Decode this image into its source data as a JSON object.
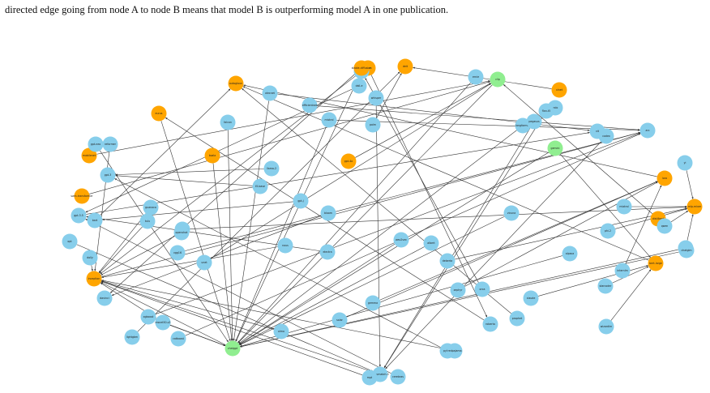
{
  "caption": {
    "line1": "",
    "line2": "directed edge going from node A to node B means that model B is outperforming model A in one publication."
  },
  "colors": {
    "blue": "#87CEEB",
    "orange": "#FFA500",
    "green": "#90EE90",
    "edge": "#333333"
  },
  "nodes": [
    {
      "id": "n1",
      "label": "adam",
      "color": "orange"
    },
    {
      "id": "n2",
      "label": "sgd",
      "color": "blue"
    },
    {
      "id": "n3",
      "label": "deepmatch-ii",
      "color": "blue"
    },
    {
      "id": "n4",
      "label": "eurus",
      "color": "orange"
    },
    {
      "id": "n5",
      "label": "autogloun",
      "color": "orange"
    },
    {
      "id": "n6",
      "label": "bert-large",
      "color": "orange"
    },
    {
      "id": "n7",
      "label": "prophet",
      "color": "blue"
    },
    {
      "id": "n8",
      "label": "roberta",
      "color": "blue"
    },
    {
      "id": "n9",
      "label": "chatgpt",
      "color": "green"
    },
    {
      "id": "n10",
      "label": "arc",
      "color": "blue"
    },
    {
      "id": "n11",
      "label": "resnet50-v2",
      "color": "blue"
    },
    {
      "id": "n12",
      "label": "xgboost",
      "color": "blue"
    },
    {
      "id": "n13",
      "label": "gpt-4o",
      "color": "orange"
    },
    {
      "id": "n14",
      "label": "alexnet",
      "color": "blue"
    },
    {
      "id": "n15",
      "label": "efficientnet",
      "color": "blue"
    },
    {
      "id": "n16",
      "label": "davinci",
      "color": "blue"
    },
    {
      "id": "n17",
      "label": "mistral",
      "color": "blue"
    },
    {
      "id": "n18",
      "label": "gpt-3",
      "color": "blue"
    },
    {
      "id": "n19",
      "label": "gpt-3.5",
      "color": "blue"
    },
    {
      "id": "n20",
      "label": "clip",
      "color": "green"
    },
    {
      "id": "n21",
      "label": "vit",
      "color": "blue"
    },
    {
      "id": "n22",
      "label": "inception",
      "color": "orange"
    },
    {
      "id": "n23",
      "label": "bart",
      "color": "blue"
    },
    {
      "id": "n24",
      "label": "lora",
      "color": "orange"
    },
    {
      "id": "n25",
      "label": "mlp-mixer",
      "color": "orange"
    },
    {
      "id": "n26",
      "label": "deit",
      "color": "orange"
    },
    {
      "id": "n27",
      "label": "catboost",
      "color": "blue"
    },
    {
      "id": "n28",
      "label": "lightgbm",
      "color": "blue"
    },
    {
      "id": "n29",
      "label": "yolo",
      "color": "blue"
    },
    {
      "id": "n30",
      "label": "xlnet",
      "color": "orange"
    },
    {
      "id": "n31",
      "label": "distilbert",
      "color": "orange"
    },
    {
      "id": "n32",
      "label": "swin-transformer",
      "color": "orange"
    },
    {
      "id": "n33",
      "label": "mobilenet",
      "color": "orange"
    },
    {
      "id": "n34",
      "label": "densenet",
      "color": "blue"
    },
    {
      "id": "n35",
      "label": "vgg16",
      "color": "blue"
    },
    {
      "id": "n36",
      "label": "unet",
      "color": "blue"
    },
    {
      "id": "n37",
      "label": "llama-2",
      "color": "blue"
    },
    {
      "id": "n38",
      "label": "falcon",
      "color": "blue"
    },
    {
      "id": "n39",
      "label": "palm",
      "color": "blue"
    },
    {
      "id": "n40",
      "label": "t5-base",
      "color": "blue"
    },
    {
      "id": "n41",
      "label": "gpt-j",
      "color": "blue"
    },
    {
      "id": "n42",
      "label": "bloom",
      "color": "blue"
    },
    {
      "id": "n43",
      "label": "stable-diffusion",
      "color": "orange"
    },
    {
      "id": "n44",
      "label": "dall-e",
      "color": "blue"
    },
    {
      "id": "n45",
      "label": "whisper",
      "color": "blue"
    },
    {
      "id": "n46",
      "label": "wav2vec",
      "color": "blue"
    },
    {
      "id": "n47",
      "label": "electra",
      "color": "blue"
    },
    {
      "id": "n48",
      "label": "albert",
      "color": "blue"
    },
    {
      "id": "n49",
      "label": "deberta",
      "color": "blue"
    },
    {
      "id": "n50",
      "label": "longformer",
      "color": "blue"
    },
    {
      "id": "n51",
      "label": "reformer",
      "color": "blue"
    },
    {
      "id": "n52",
      "label": "gpt-neo",
      "color": "blue"
    },
    {
      "id": "n53",
      "label": "opt",
      "color": "blue"
    },
    {
      "id": "n54",
      "label": "ernie",
      "color": "blue"
    },
    {
      "id": "n55",
      "label": "pegasus",
      "color": "blue"
    },
    {
      "id": "n56",
      "label": "codex",
      "color": "blue"
    },
    {
      "id": "n57",
      "label": "flan-t5",
      "color": "blue"
    },
    {
      "id": "n58",
      "label": "vicuna",
      "color": "blue"
    },
    {
      "id": "n59",
      "label": "alpaca",
      "color": "blue"
    },
    {
      "id": "n60",
      "label": "gemini",
      "color": "green"
    },
    {
      "id": "n61",
      "label": "claude",
      "color": "blue"
    },
    {
      "id": "n62",
      "label": "mixtral",
      "color": "blue"
    },
    {
      "id": "n63",
      "label": "phi-2",
      "color": "blue"
    },
    {
      "id": "n64",
      "label": "qwen",
      "color": "blue"
    },
    {
      "id": "n65",
      "label": "yi",
      "color": "blue"
    },
    {
      "id": "n66",
      "label": "baichuan",
      "color": "blue"
    },
    {
      "id": "n67",
      "label": "chatglm",
      "color": "blue"
    },
    {
      "id": "n68",
      "label": "internlm",
      "color": "blue"
    },
    {
      "id": "n69",
      "label": "starcoder",
      "color": "blue"
    },
    {
      "id": "n70",
      "label": "wizardlm",
      "color": "blue"
    },
    {
      "id": "n71",
      "label": "orca",
      "color": "blue"
    },
    {
      "id": "n72",
      "label": "zephyr",
      "color": "blue"
    },
    {
      "id": "n73",
      "label": "gemma",
      "color": "blue"
    },
    {
      "id": "n74",
      "label": "solar",
      "color": "blue"
    },
    {
      "id": "n75",
      "label": "olmo",
      "color": "blue"
    },
    {
      "id": "n76",
      "label": "pythia",
      "color": "blue"
    },
    {
      "id": "n77",
      "label": "cerebras",
      "color": "blue"
    },
    {
      "id": "n78",
      "label": "mpt",
      "color": "blue"
    },
    {
      "id": "n79",
      "label": "redpajama",
      "color": "blue"
    },
    {
      "id": "n80",
      "label": "dolly",
      "color": "blue"
    },
    {
      "id": "n81",
      "label": "koala",
      "color": "orange"
    },
    {
      "id": "n82",
      "label": "guanaco",
      "color": "blue"
    },
    {
      "id": "n83",
      "label": "tulu",
      "color": "blue"
    },
    {
      "id": "n84",
      "label": "openchat",
      "color": "blue"
    },
    {
      "id": "n85",
      "label": "nous",
      "color": "blue"
    }
  ],
  "edges": [
    [
      "n4",
      "n9"
    ],
    [
      "n6",
      "n5"
    ],
    [
      "n1",
      "n8"
    ],
    [
      "n12",
      "n10"
    ],
    [
      "n13",
      "n20"
    ],
    [
      "n14",
      "n21"
    ],
    [
      "n15",
      "n10"
    ],
    [
      "n17",
      "n10"
    ],
    [
      "n19",
      "n21"
    ],
    [
      "n22",
      "n10"
    ],
    [
      "n23",
      "n5"
    ],
    [
      "n24",
      "n5"
    ],
    [
      "n27",
      "n10"
    ],
    [
      "n28",
      "n26"
    ],
    [
      "n30",
      "n26"
    ],
    [
      "n31",
      "n20"
    ],
    [
      "n32",
      "n20"
    ],
    [
      "n33",
      "n20"
    ],
    [
      "n34",
      "n25"
    ],
    [
      "n36",
      "n20"
    ],
    [
      "n37",
      "n18"
    ],
    [
      "n39",
      "n26"
    ],
    [
      "n40",
      "n18"
    ],
    [
      "n41",
      "n23"
    ],
    [
      "n42",
      "n16"
    ],
    [
      "n43",
      "n16"
    ],
    [
      "n44",
      "n19"
    ],
    [
      "n45",
      "n3"
    ],
    [
      "n47",
      "n19"
    ],
    [
      "n49",
      "n25"
    ],
    [
      "n51",
      "n22"
    ],
    [
      "n53",
      "n3"
    ],
    [
      "n55",
      "n3"
    ],
    [
      "n56",
      "n3"
    ],
    [
      "n57",
      "n3"
    ],
    [
      "n60",
      "n6"
    ],
    [
      "n61",
      "n6"
    ],
    [
      "n62",
      "n25"
    ],
    [
      "n63",
      "n25"
    ],
    [
      "n64",
      "n25"
    ],
    [
      "n65",
      "n25"
    ],
    [
      "n66",
      "n25"
    ],
    [
      "n68",
      "n24"
    ],
    [
      "n69",
      "n6"
    ],
    [
      "n70",
      "n6"
    ],
    [
      "n71",
      "n2"
    ],
    [
      "n72",
      "n24"
    ],
    [
      "n73",
      "n24"
    ],
    [
      "n74",
      "n24"
    ],
    [
      "n75",
      "n22"
    ],
    [
      "n76",
      "n18"
    ],
    [
      "n77",
      "n19"
    ],
    [
      "n78",
      "n22"
    ],
    [
      "n79",
      "n22"
    ],
    [
      "n80",
      "n22"
    ],
    [
      "n82",
      "n22"
    ],
    [
      "n83",
      "n22"
    ],
    [
      "n84",
      "n22"
    ],
    [
      "n85",
      "n22"
    ],
    [
      "n2",
      "n22"
    ],
    [
      "n3",
      "n22"
    ],
    [
      "n9",
      "n22"
    ],
    [
      "n11",
      "n22"
    ],
    [
      "n7",
      "n5"
    ],
    [
      "n8",
      "n4"
    ],
    [
      "n20",
      "n9"
    ],
    [
      "n35",
      "n10"
    ],
    [
      "n46",
      "n9"
    ],
    [
      "n48",
      "n9"
    ],
    [
      "n50",
      "n9"
    ],
    [
      "n52",
      "n9"
    ],
    [
      "n54",
      "n9"
    ],
    [
      "n58",
      "n9"
    ],
    [
      "n59",
      "n9"
    ],
    [
      "n67",
      "n9"
    ],
    [
      "n81",
      "n9"
    ],
    [
      "n60",
      "n9"
    ],
    [
      "n11",
      "n9"
    ],
    [
      "n2",
      "n9"
    ],
    [
      "n12",
      "n9"
    ],
    [
      "n14",
      "n9"
    ],
    [
      "n38",
      "n9"
    ],
    [
      "n66",
      "n9"
    ],
    [
      "n17",
      "n9"
    ]
  ]
}
